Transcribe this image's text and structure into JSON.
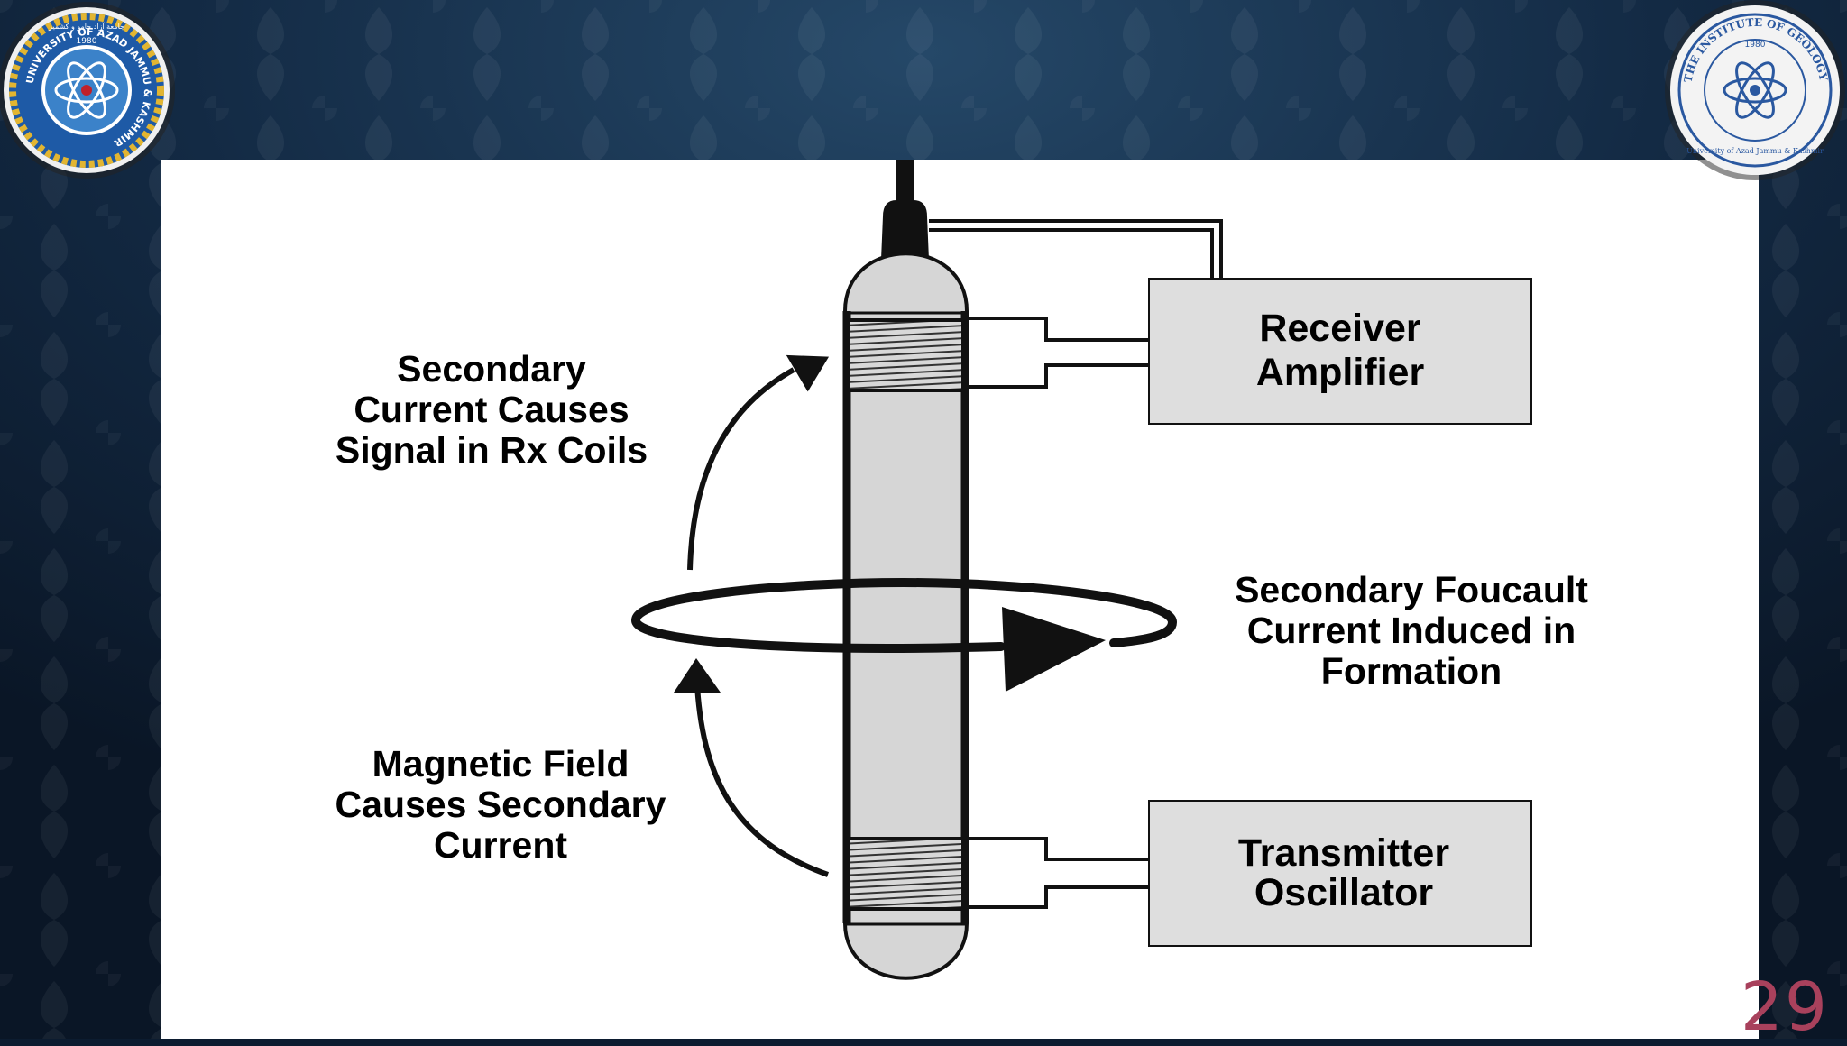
{
  "logos": {
    "left": {
      "ring_text": "UNIVERSITY OF AZAD JAMMU & KASHMIR",
      "year": "1980",
      "top_text": "جامعة آزاد جامو و کشمیر"
    },
    "right": {
      "ring_text": "THE INSTITUTE OF GEOLOGY",
      "bottom_text": "University of Azad Jammu & Kashmir",
      "year": "1980"
    }
  },
  "diagram": {
    "receiver_box": {
      "line1": "Receiver",
      "line2": "Amplifier"
    },
    "transmitter_box": {
      "line1": "Transmitter",
      "line2": "Oscillator"
    },
    "label_secondary_current": {
      "line1": "Secondary",
      "line2": "Current Causes",
      "line3": "Signal in Rx Coils"
    },
    "label_magnetic_field": {
      "line1": "Magnetic Field",
      "line2": "Causes Secondary",
      "line3": "Current"
    },
    "label_foucault": {
      "line1": "Secondary Foucault",
      "line2": "Current Induced in",
      "line3": "Formation"
    }
  },
  "page_number": "29",
  "colors": {
    "background": "#0c1c30",
    "page_number": "#a8415c",
    "box_fill": "#dedede",
    "tool_fill": "#d6d6d6"
  }
}
